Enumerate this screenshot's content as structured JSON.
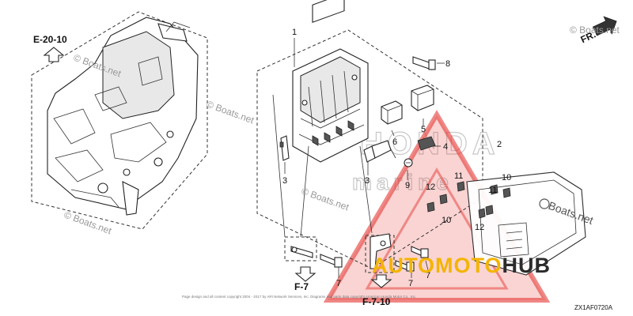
{
  "refs": {
    "top": "E-20-10",
    "left_bottom": "F-7",
    "mid_bottom": "F-7-10",
    "front": "FR."
  },
  "callouts": [
    "1",
    "2",
    "3",
    "3",
    "4",
    "5",
    "6",
    "7",
    "7",
    "7",
    "8",
    "9",
    "10",
    "10",
    "11",
    "11",
    "12",
    "12"
  ],
  "diagram_code": "ZX1AF0720A",
  "fine_print": "Page design and all content copyright 2004 - 2017 by ARI Network Services, Inc. Diagrams and parts data copyright American Honda Motor Co., Inc.",
  "watermarks": {
    "boats_net": "© Boats.net",
    "boats_net_large": "Boats.net",
    "ghost_brand": "HONDA",
    "ghost_brand_2": "marine"
  },
  "brand": {
    "part1": "AUTOMOTO",
    "part2": "HUB",
    "accent_color": "#e53935",
    "text_color": "#f4b400"
  }
}
